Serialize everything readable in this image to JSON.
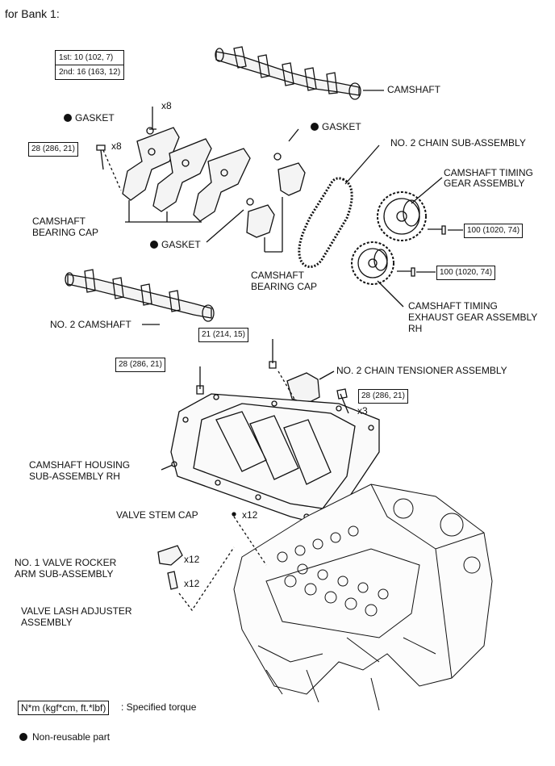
{
  "header": "for Bank 1:",
  "labels": {
    "camshaft": "CAMSHAFT",
    "gasket": "GASKET",
    "chain_sub": "NO. 2 CHAIN SUB-ASSEMBLY",
    "timing_gear": [
      "CAMSHAFT TIMING",
      "GEAR ASSEMBLY"
    ],
    "bearing_cap_left": [
      "CAMSHAFT",
      "BEARING CAP"
    ],
    "bearing_cap_right": [
      "CAMSHAFT",
      "BEARING CAP"
    ],
    "exhaust_gear": [
      "CAMSHAFT TIMING",
      "EXHAUST GEAR ASSEMBLY",
      "RH"
    ],
    "no2_camshaft": "NO. 2 CAMSHAFT",
    "tensioner": "NO. 2 CHAIN TENSIONER ASSEMBLY",
    "housing": [
      "CAMSHAFT HOUSING",
      "SUB-ASSEMBLY RH"
    ],
    "valve_stem_cap": "VALVE STEM CAP",
    "rocker_arm": [
      "NO. 1 VALVE ROCKER",
      "ARM SUB-ASSEMBLY"
    ],
    "lash_adjuster": [
      "VALVE LASH ADJUSTER",
      "ASSEMBLY"
    ]
  },
  "quantities": {
    "x8_top": "x8",
    "x8_left": "x8",
    "x3": "x3",
    "x12_cap": "x12",
    "x12_rocker": "x12",
    "x12_lash": "x12"
  },
  "torques": {
    "cap_bolt_1st": "1st: 10 (102, 7)",
    "cap_bolt_2nd": "2nd: 16 (163, 12)",
    "cap_left": "28 (286, 21)",
    "gear_intake": "100 (1020, 74)",
    "gear_exhaust": "100 (1020, 74)",
    "tensioner_bolt": "21 (214, 15)",
    "housing_left": "28 (286, 21)",
    "housing_right": "28 (286, 21)"
  },
  "legend": {
    "unit": "N*m (kgf*cm, ft.*lbf)",
    "unit_desc": ": Specified torque",
    "nonreusable": "Non-reusable part"
  }
}
